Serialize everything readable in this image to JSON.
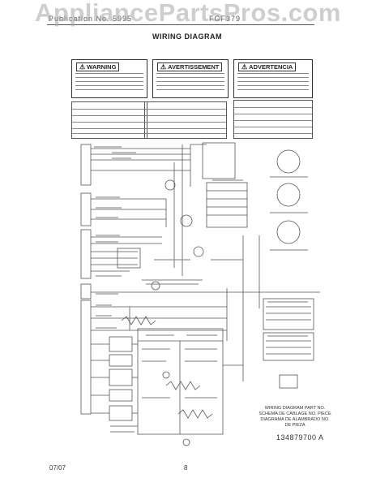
{
  "header": {
    "left_text": "Publication No. 5995",
    "right_text": "FGF379"
  },
  "watermark": "AppliancePartsPros.com",
  "title": "WIRING DIAGRAM",
  "warnings": [
    {
      "heading": "WARNING"
    },
    {
      "heading": "AVERTISSEMENT"
    },
    {
      "heading": "ADVERTENCIA"
    }
  ],
  "part_note": "WIRING DIAGRAM PART NO. SCHEMA DE CABLAGE NO. PIECE DIAGRAMA DE ALAMBRADO NO. DE PIEZA",
  "part_number": "134879700 A",
  "footer": {
    "date": "07/07",
    "page": "8"
  },
  "colors": {
    "ink": "#222222",
    "line": "#555555",
    "faint": "#999999",
    "watermark": "#a5a5a5"
  }
}
